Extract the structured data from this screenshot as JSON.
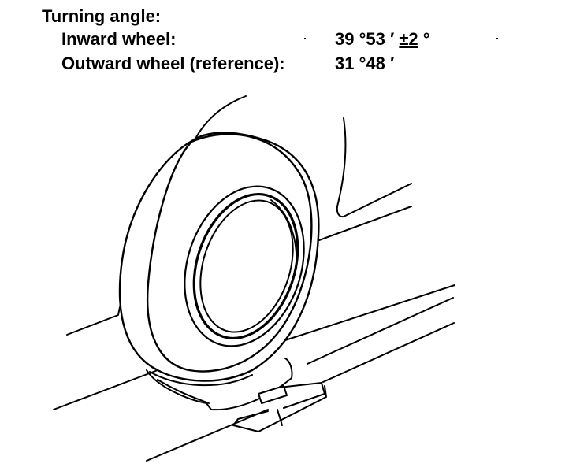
{
  "spec": {
    "title": "Turning angle:",
    "inward": {
      "label": "Inward wheel:",
      "value": "39 °53 ′ ",
      "tolerance": "±2",
      "tolerance_unit": " °"
    },
    "outward": {
      "label": "Outward wheel (reference):",
      "value": "31 °48 ′"
    }
  },
  "illustration": {
    "subject": "wheel-on-turning-radius-gauge",
    "stroke_color": "#000000",
    "fill_color": "#ffffff"
  }
}
